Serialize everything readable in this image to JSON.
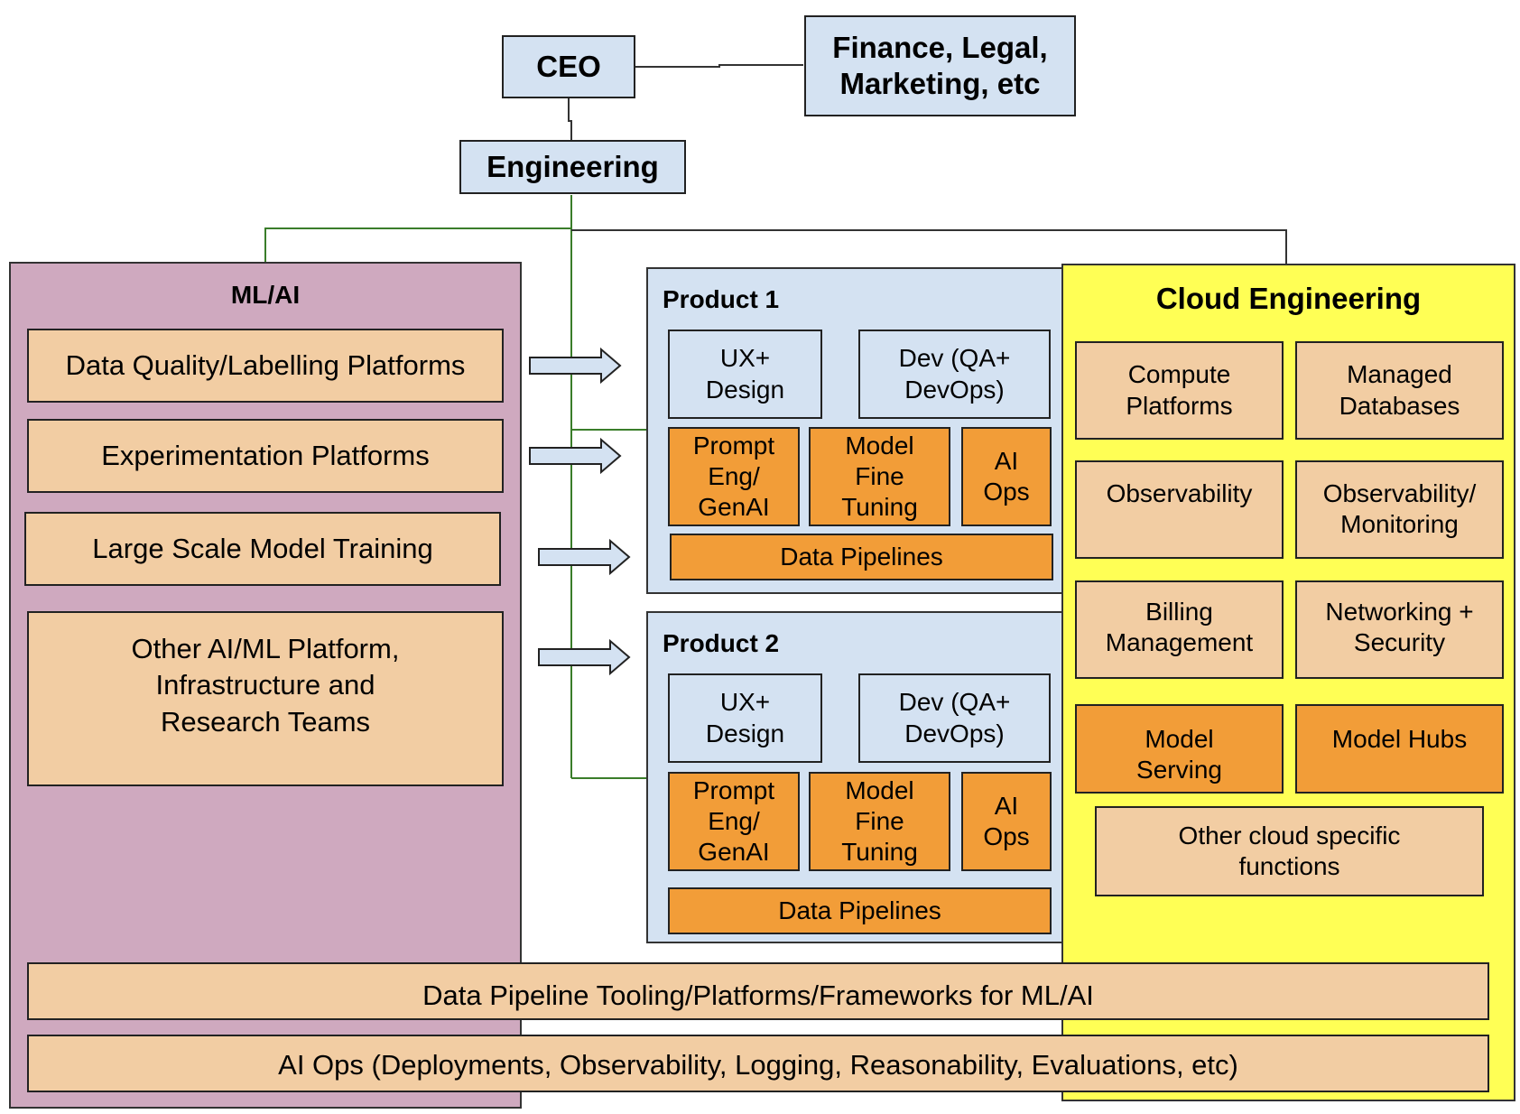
{
  "colors": {
    "box_blue": "#d4e2f2",
    "box_peach": "#f2cda3",
    "box_orange": "#f29d38",
    "mlai_panel": "#cfa9bf",
    "cloud_panel": "#ffff55",
    "connector_green": "#3a7d2a"
  },
  "top": {
    "ceo": "CEO",
    "finance": "Finance, Legal,\nMarketing, etc",
    "engineering": "Engineering"
  },
  "mlai": {
    "title": "ML/AI",
    "items": [
      "Data Quality/Labelling Platforms",
      "Experimentation Platforms",
      "Large Scale Model Training",
      "Other AI/ML Platform,\nInfrastructure and\nResearch Teams"
    ]
  },
  "product1": {
    "title": "Product 1",
    "ux": "UX+\nDesign",
    "dev": "Dev (QA+\nDevOps)",
    "prompt": "Prompt\nEng/\nGenAI",
    "fine_tuning": "Model\nFine\nTuning",
    "ai_ops": "AI\nOps",
    "pipelines": "Data Pipelines"
  },
  "product2": {
    "title": "Product 2",
    "ux": "UX+\nDesign",
    "dev": "Dev (QA+\nDevOps)",
    "prompt": "Prompt\nEng/\nGenAI",
    "fine_tuning": "Model\nFine\nTuning",
    "ai_ops": "AI\nOps",
    "pipelines": "Data Pipelines"
  },
  "cloud": {
    "title": "Cloud Engineering",
    "items": [
      "Compute\nPlatforms",
      "Managed\nDatabases",
      "Observability",
      "Observability/\nMonitoring",
      "Billing\nManagement",
      "Networking +\nSecurity",
      "Model\nServing",
      "Model Hubs",
      "Other cloud specific\nfunctions"
    ]
  },
  "bottom": {
    "pipeline_tooling": "Data Pipeline Tooling/Platforms/Frameworks for ML/AI",
    "ai_ops": "AI Ops (Deployments, Observability, Logging, Reasonability, Evaluations, etc)"
  }
}
